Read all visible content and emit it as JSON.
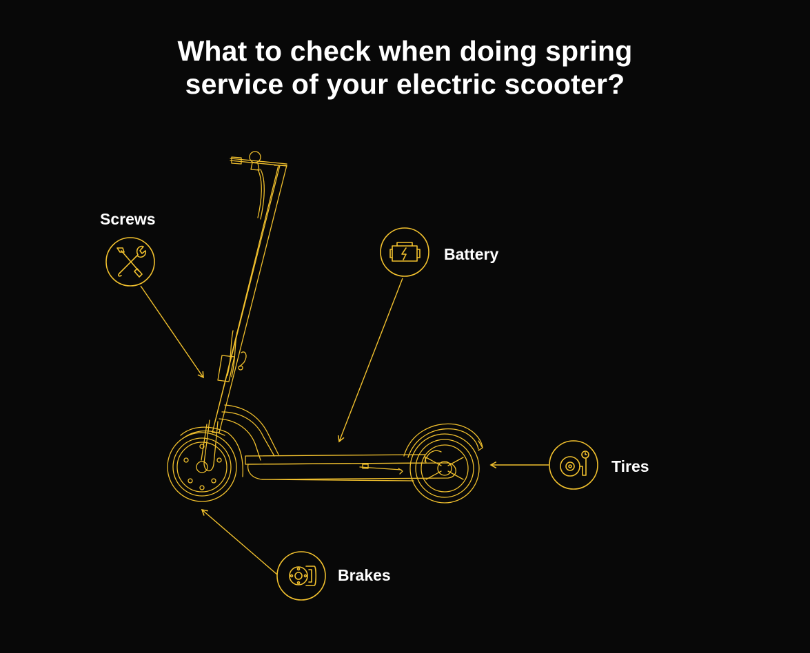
{
  "title": {
    "line1": "What to check when doing spring",
    "line2": "service of your electric scooter?"
  },
  "labels": {
    "screws": "Screws",
    "battery": "Battery",
    "tires": "Tires",
    "brakes": "Brakes"
  },
  "icons": {
    "screws": "tools-icon",
    "battery": "battery-engine-icon",
    "tires": "tire-pressure-icon",
    "brakes": "disc-brake-icon"
  },
  "colors": {
    "background": "#080808",
    "accent": "#f2c12e",
    "text": "#ffffff"
  }
}
